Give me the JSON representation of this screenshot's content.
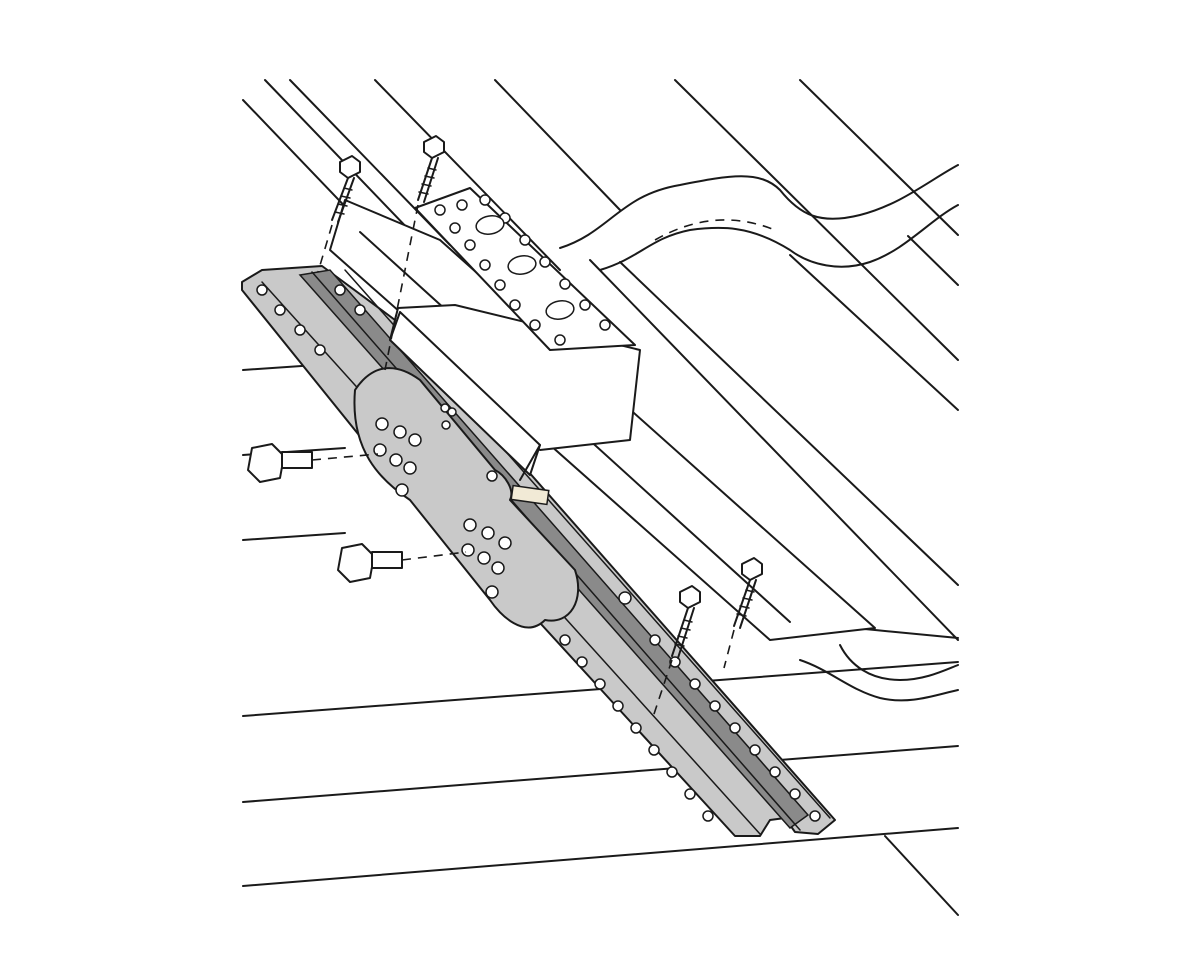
{
  "figure": {
    "colors": {
      "line": "#1a1a1a",
      "steel_fill": "#c9c9c9",
      "steel_shade": "#8a8a8a",
      "paper": "#ffffff",
      "pad": "#f1ead6"
    },
    "parts": [
      "roof-battens",
      "roof-tiles",
      "rafter",
      "roof-hook-rail",
      "adjustment-plate",
      "mounting-bracket",
      "lag-screw",
      "hex-bolt"
    ]
  }
}
